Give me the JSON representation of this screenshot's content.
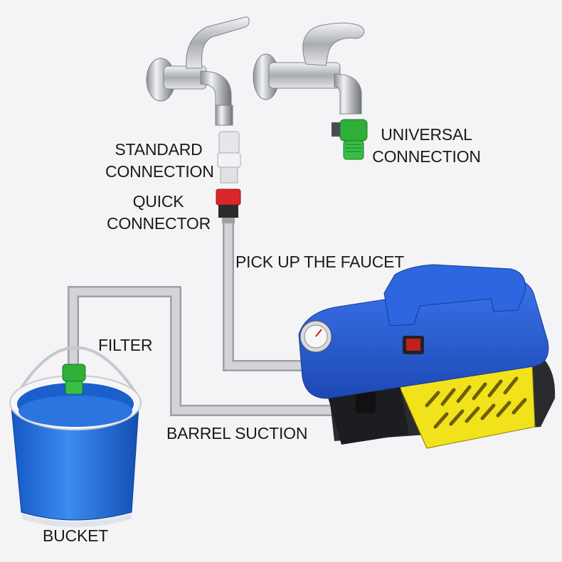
{
  "labels": {
    "standard_connection": "STANDARD\nCONNECTION",
    "quick_connector": "QUICK\nCONNECTOR",
    "universal_connection": "UNIVERSAL\nCONNECTION",
    "pick_up_faucet": "PICK UP THE FAUCET",
    "filter": "FILTER",
    "barrel_suction": "BARREL SUCTION",
    "bucket": "BUCKET"
  },
  "colors": {
    "background": "#f4f4f6",
    "pipe": "#c7c9cd",
    "pump_blue": "#2a5fd6",
    "pump_yellow": "#f2e21c",
    "connector_green": "#2fae3a",
    "connector_red": "#d9262b",
    "bucket_blue": "#1f6fd8"
  }
}
